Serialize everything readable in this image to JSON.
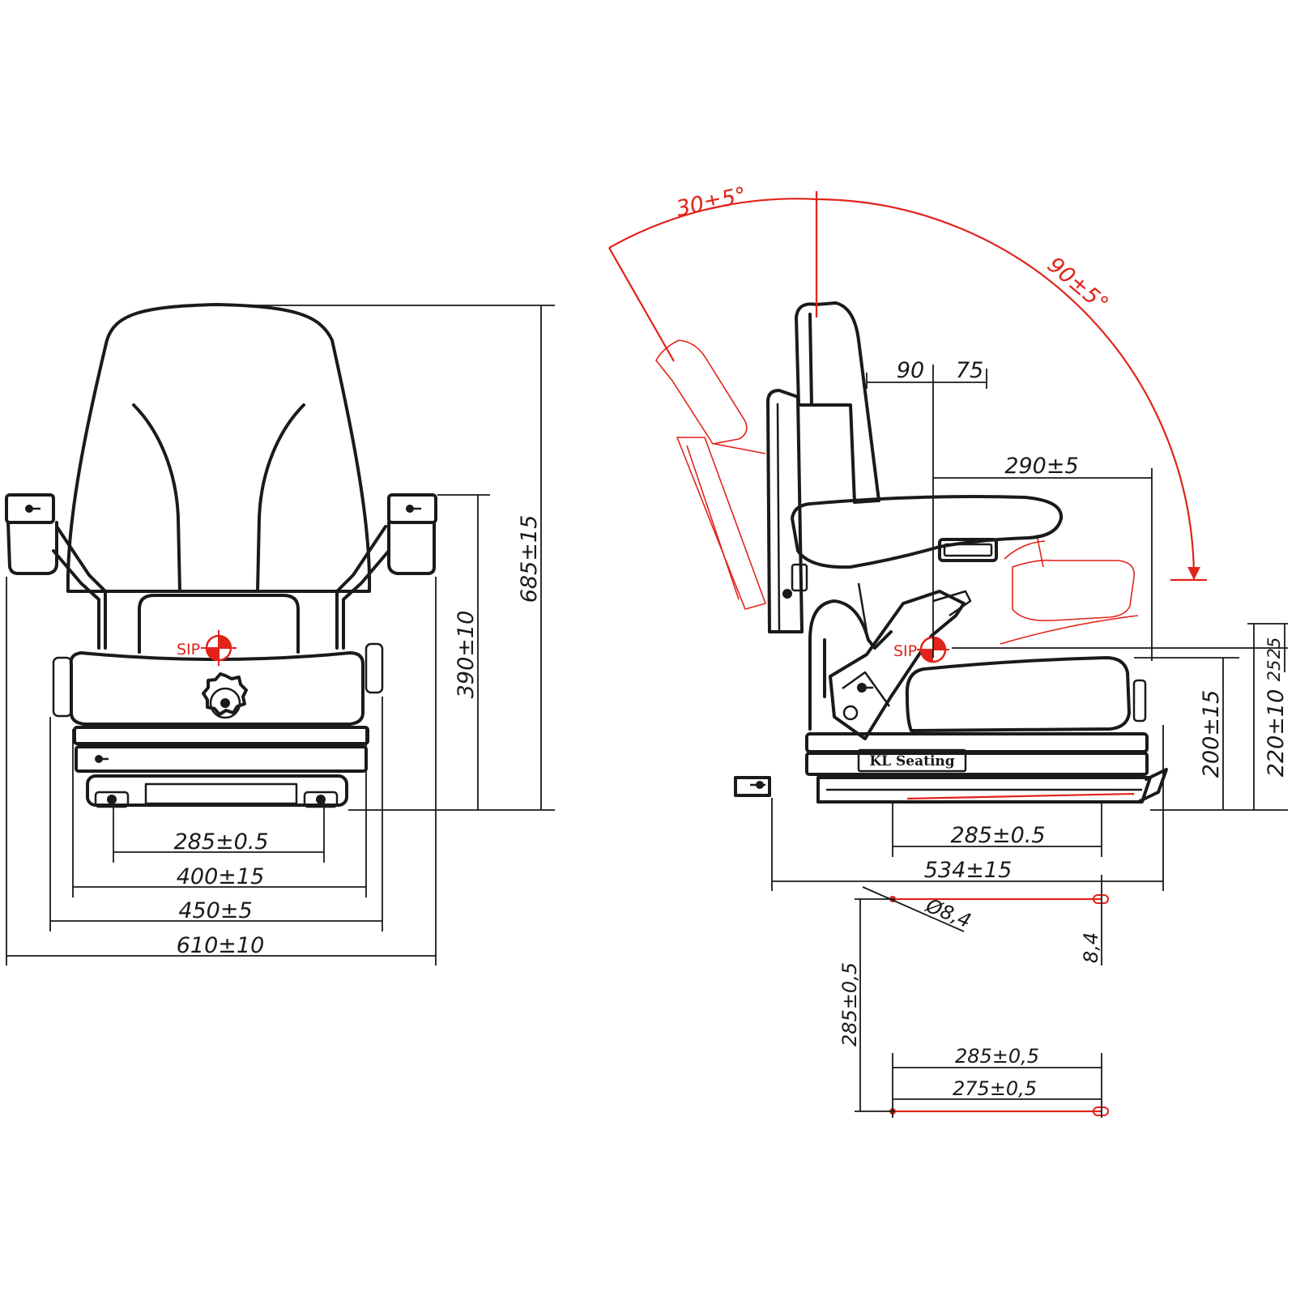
{
  "front_view": {
    "sip_label": "SIP",
    "dimensions": {
      "mount_width": "285±0.5",
      "seat_width": "400±15",
      "frame_width": "450±5",
      "overall_width": "610±10",
      "armrest_height": "390±10",
      "overall_height": "685±15"
    }
  },
  "side_view": {
    "sip_label": "SIP",
    "brand_label": "KL Seating",
    "dimensions": {
      "backrest_angle": "30±5°",
      "armrest_angle": "90±5°",
      "sip_back_offset": "90",
      "sip_front_offset": "75",
      "sip_to_front": "290±5",
      "mount_length": "285±0.5",
      "overall_length": "534±15",
      "sip_height": "200±15",
      "overall_seat_height": "220±10",
      "adjust_upper": "25",
      "adjust_lower": "25"
    }
  },
  "mounting_pattern": {
    "hole_diameter": "Ø8,4",
    "slot_width": "8,4",
    "hole_spacing_vertical": "285±0,5",
    "hole_spacing_top": "285±0,5",
    "hole_spacing_bottom": "275±0,5"
  },
  "colors": {
    "line": "#1a1a1a",
    "accent": "#e2231a"
  }
}
